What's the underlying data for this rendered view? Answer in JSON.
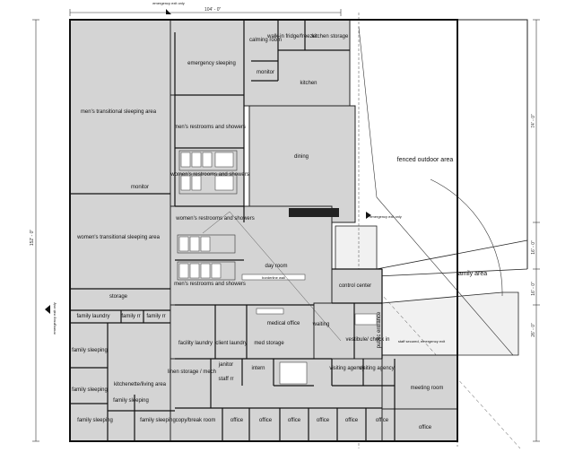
{
  "plan": {
    "dimensions": {
      "top_width": "104' - 0\"",
      "left_height": "152' - 0\"",
      "right_upper": "74' - 0\"",
      "right_mid1": "16' - 0\"",
      "right_mid2": "16' - 0\"",
      "right_lower": "26' - 0\""
    },
    "exits": {
      "emergency_exit_top": "emergency exit only",
      "emergency_exit_right": "emergency exit only",
      "emergency_exit_left": "emergency exit only"
    },
    "public_entrance": "public entrance",
    "staff_note": "staff secured, emergency exit",
    "outdoor": {
      "fenced": "fenced outdoor area",
      "family": "family area"
    },
    "rooms": {
      "mens_sleeping": "men's transitional sleeping area",
      "womens_sleeping": "women's transitional sleeping area",
      "storage": "storage",
      "family_laundry": "family laundry",
      "family_rr1": "family rr",
      "family_rr2": "family rr",
      "emergency_sleeping": "emergency sleeping",
      "calming": "calming room",
      "walkin": "walk-in fridge/freezer",
      "kitchen_storage": "kitchen storage",
      "monitor_top": "monitor",
      "kitchen": "kitchen",
      "mens_restrooms_top": "men's restrooms and showers",
      "womens_restrooms_top": "women's restrooms and showers",
      "dining": "dining",
      "monitor_left": "monitor",
      "womens_restrooms_mid": "women's restrooms and showers",
      "mens_restrooms_mid": "men's restrooms and showers",
      "day_room": "day room",
      "counter": "borderline wall",
      "control_center": "control center",
      "medical_office": "medical office",
      "waiting": "waiting",
      "vestibule": "vestibule/ check in",
      "facility_laundry": "facility laundry",
      "client_laundry": "client laundry",
      "med_storage": "med storage",
      "family_sleeping_1": "family sleeping",
      "family_sleeping_2": "family sleeping",
      "family_sleeping_3": "family sleeping",
      "family_sleeping_4": "family sleeping",
      "family_sleeping_5": "family sleeping",
      "kitchenette": "kitchenette/living area",
      "linen": "linen storage / mech",
      "janitor": "janitor",
      "staff_rr": "staff rr",
      "intern": "intern",
      "visiting_1": "visiting agency",
      "visiting_2": "visiting agency",
      "meeting": "meeting room",
      "copy": "copy/break room",
      "office_1": "office",
      "office_2": "office",
      "office_3": "office",
      "office_4": "office",
      "office_5": "office",
      "office_6": "office",
      "office_7": "office"
    }
  }
}
